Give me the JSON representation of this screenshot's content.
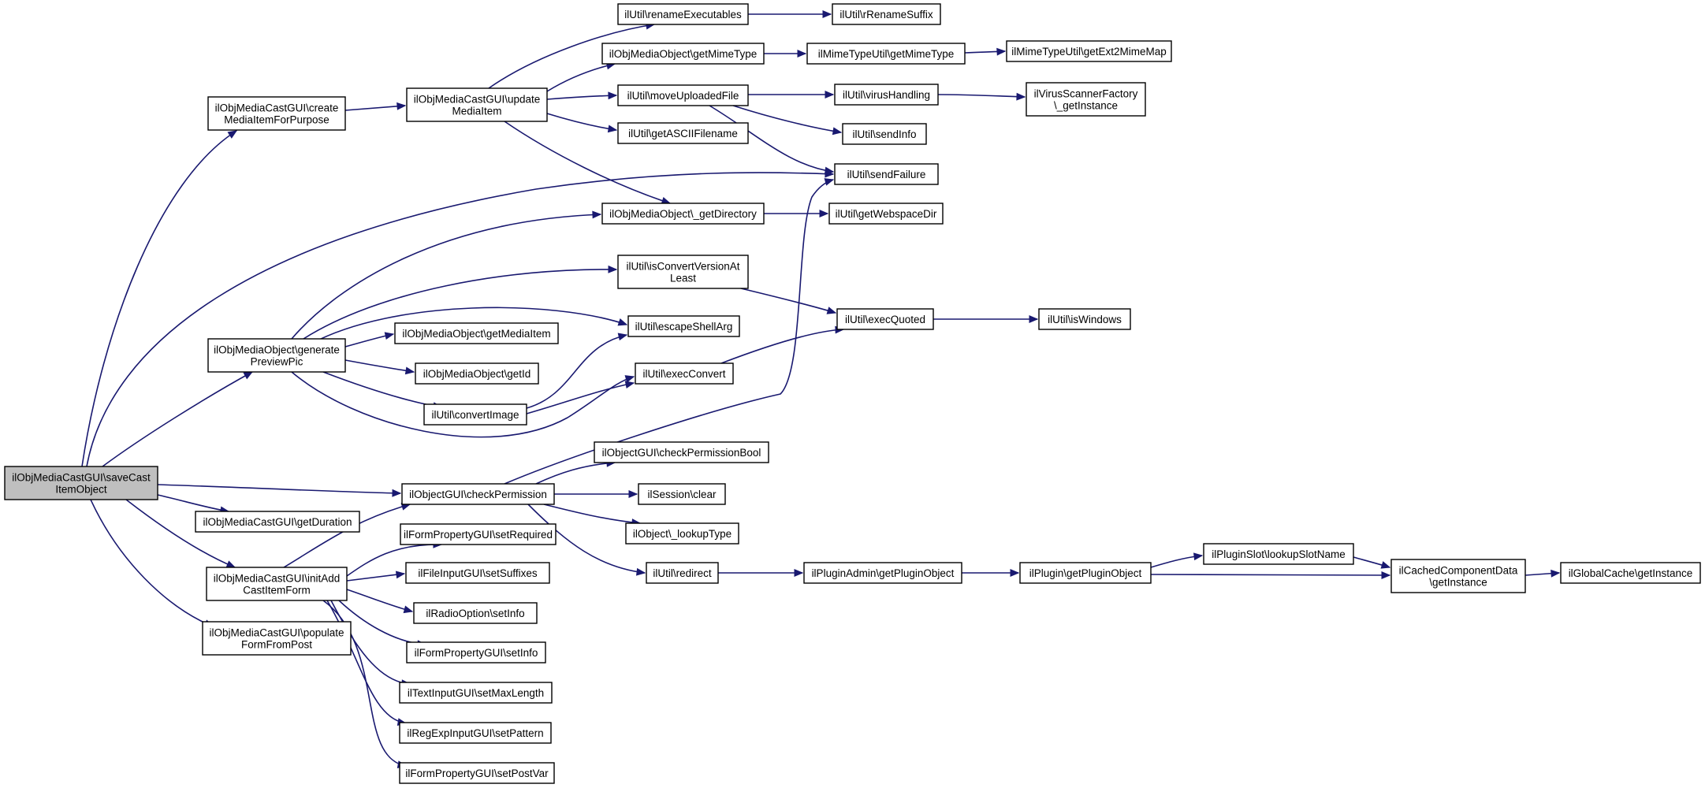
{
  "diagram": {
    "type": "call-graph",
    "colors": {
      "edge": "#191970",
      "node_border": "#000000",
      "node_fill": "#ffffff",
      "root_fill": "#bfbfbf"
    },
    "nodes": [
      {
        "id": "root",
        "lines": [
          "ilObjMediaCastGUI\\saveCast",
          "ItemObject"
        ]
      },
      {
        "id": "create",
        "lines": [
          "ilObjMediaCastGUI\\create",
          "MediaItemForPurpose"
        ]
      },
      {
        "id": "updatemi",
        "lines": [
          "ilObjMediaCastGUI\\update",
          "MediaItem"
        ]
      },
      {
        "id": "renameexe",
        "lines": [
          "ilUtil\\renameExecutables"
        ]
      },
      {
        "id": "rrename",
        "lines": [
          "ilUtil\\rRenameSuffix"
        ]
      },
      {
        "id": "getmime",
        "lines": [
          "ilObjMediaObject\\getMimeType"
        ]
      },
      {
        "id": "mimeutil",
        "lines": [
          "ilMimeTypeUtil\\getMimeType"
        ]
      },
      {
        "id": "ext2mime",
        "lines": [
          "ilMimeTypeUtil\\getExt2MimeMap"
        ]
      },
      {
        "id": "moveup",
        "lines": [
          "ilUtil\\moveUploadedFile"
        ]
      },
      {
        "id": "virus",
        "lines": [
          "ilUtil\\virusHandling"
        ]
      },
      {
        "id": "vsfactory",
        "lines": [
          "ilVirusScannerFactory",
          "\\_getInstance"
        ]
      },
      {
        "id": "ascii",
        "lines": [
          "ilUtil\\getASCIIFilename"
        ]
      },
      {
        "id": "sendinfo",
        "lines": [
          "ilUtil\\sendInfo"
        ]
      },
      {
        "id": "sendfailure",
        "lines": [
          "ilUtil\\sendFailure"
        ]
      },
      {
        "id": "getdir",
        "lines": [
          "ilObjMediaObject\\_getDirectory"
        ]
      },
      {
        "id": "webspace",
        "lines": [
          "ilUtil\\getWebspaceDir"
        ]
      },
      {
        "id": "isconvert",
        "lines": [
          "ilUtil\\isConvertVersionAt",
          "Least"
        ]
      },
      {
        "id": "execquoted",
        "lines": [
          "ilUtil\\execQuoted"
        ]
      },
      {
        "id": "iswindows",
        "lines": [
          "ilUtil\\isWindows"
        ]
      },
      {
        "id": "genprev",
        "lines": [
          "ilObjMediaObject\\generate",
          "PreviewPic"
        ]
      },
      {
        "id": "getmediaitem",
        "lines": [
          "ilObjMediaObject\\getMediaItem"
        ]
      },
      {
        "id": "escshell",
        "lines": [
          "ilUtil\\escapeShellArg"
        ]
      },
      {
        "id": "getid",
        "lines": [
          "ilObjMediaObject\\getId"
        ]
      },
      {
        "id": "execconvert",
        "lines": [
          "ilUtil\\execConvert"
        ]
      },
      {
        "id": "convimg",
        "lines": [
          "ilUtil\\convertImage"
        ]
      },
      {
        "id": "checkpermbool",
        "lines": [
          "ilObjectGUI\\checkPermissionBool"
        ]
      },
      {
        "id": "checkperm",
        "lines": [
          "ilObjectGUI\\checkPermission"
        ]
      },
      {
        "id": "sessclear",
        "lines": [
          "ilSession\\clear"
        ]
      },
      {
        "id": "getduration",
        "lines": [
          "ilObjMediaCastGUI\\getDuration"
        ]
      },
      {
        "id": "lookuptype",
        "lines": [
          "ilObject\\_lookupType"
        ]
      },
      {
        "id": "setrequired",
        "lines": [
          "ilFormPropertyGUI\\setRequired"
        ]
      },
      {
        "id": "redirect",
        "lines": [
          "ilUtil\\redirect"
        ]
      },
      {
        "id": "padmin",
        "lines": [
          "ilPluginAdmin\\getPluginObject"
        ]
      },
      {
        "id": "pluginobj",
        "lines": [
          "ilPlugin\\getPluginObject"
        ]
      },
      {
        "id": "slotname",
        "lines": [
          "ilPluginSlot\\lookupSlotName"
        ]
      },
      {
        "id": "cachedcomp",
        "lines": [
          "ilCachedComponentData",
          "\\getInstance"
        ]
      },
      {
        "id": "globalcache",
        "lines": [
          "ilGlobalCache\\getInstance"
        ]
      },
      {
        "id": "initadd",
        "lines": [
          "ilObjMediaCastGUI\\initAdd",
          "CastItemForm"
        ]
      },
      {
        "id": "setsuffixes",
        "lines": [
          "ilFileInputGUI\\setSuffixes"
        ]
      },
      {
        "id": "radioinfo",
        "lines": [
          "ilRadioOption\\setInfo"
        ]
      },
      {
        "id": "populate",
        "lines": [
          "ilObjMediaCastGUI\\populate",
          "FormFromPost"
        ]
      },
      {
        "id": "fpinfo",
        "lines": [
          "ilFormPropertyGUI\\setInfo"
        ]
      },
      {
        "id": "maxlen",
        "lines": [
          "ilTextInputGUI\\setMaxLength"
        ]
      },
      {
        "id": "setpattern",
        "lines": [
          "ilRegExpInputGUI\\setPattern"
        ]
      },
      {
        "id": "setpostvar",
        "lines": [
          "ilFormPropertyGUI\\setPostVar"
        ]
      }
    ]
  }
}
